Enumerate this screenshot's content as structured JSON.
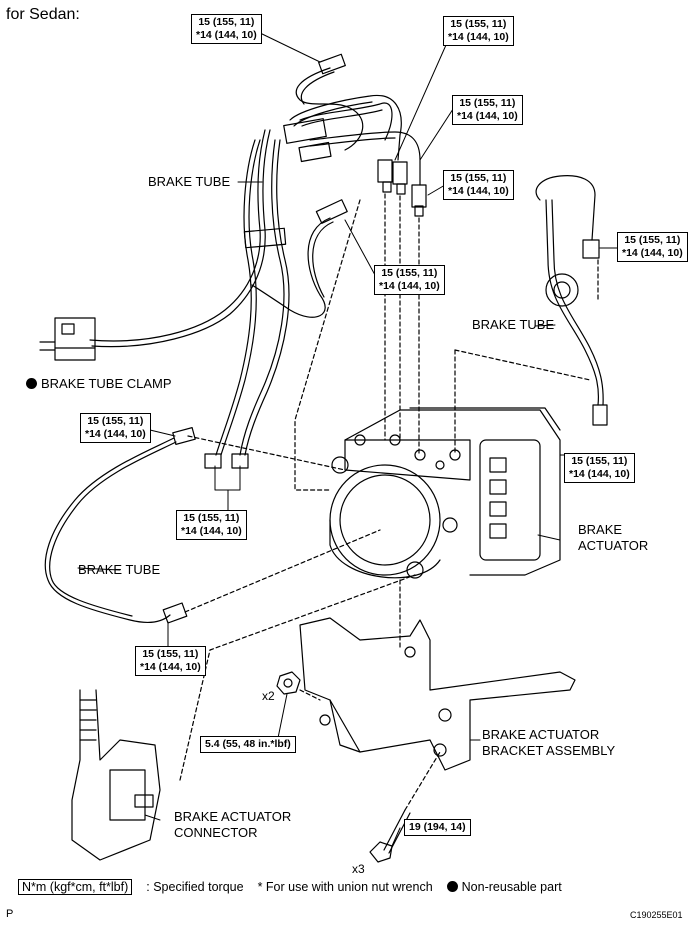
{
  "heading": "for Sedan:",
  "torque_specs": [
    {
      "id": "t1",
      "line1": "15 (155, 11)",
      "line2": "*14 (144, 10)"
    },
    {
      "id": "t2",
      "line1": "15 (155, 11)",
      "line2": "*14 (144, 10)"
    },
    {
      "id": "t3",
      "line1": "15 (155, 11)",
      "line2": "*14 (144, 10)"
    },
    {
      "id": "t4",
      "line1": "15 (155, 11)",
      "line2": "*14 (144, 10)"
    },
    {
      "id": "t5",
      "line1": "15 (155, 11)",
      "line2": "*14 (144, 10)"
    },
    {
      "id": "t6",
      "line1": "15 (155, 11)",
      "line2": "*14 (144, 10)"
    },
    {
      "id": "t7",
      "line1": "15 (155, 11)",
      "line2": "*14 (144, 10)"
    },
    {
      "id": "t8",
      "line1": "15 (155, 11)",
      "line2": "*14 (144, 10)"
    },
    {
      "id": "t9",
      "line1": "15 (155, 11)",
      "line2": "*14 (144, 10)"
    },
    {
      "id": "t10",
      "line1": "15 (155, 11)",
      "line2": "*14 (144, 10)"
    }
  ],
  "nut_torque": "5.4 (55, 48 in.*lbf)",
  "bolt_torque": "19 (194, 14)",
  "labels": {
    "brake_tube_1": "BRAKE TUBE",
    "brake_tube_2": "BRAKE TUBE",
    "brake_tube_3": "BRAKE TUBE",
    "brake_tube_clamp": "BRAKE TUBE CLAMP",
    "brake_actuator_l1": "BRAKE",
    "brake_actuator_l2": "ACTUATOR",
    "bracket_l1": "BRAKE ACTUATOR",
    "bracket_l2": "BRACKET ASSEMBLY",
    "connector_l1": "BRAKE ACTUATOR",
    "connector_l2": "CONNECTOR",
    "qty_nut": "x2",
    "qty_bolt": "x3"
  },
  "legend": {
    "torque_unit": "N*m (kgf*cm, ft*lbf)",
    "torque_desc": ": Specified torque",
    "union_note": "* For use with union nut wrench",
    "non_reusable": "Non-reusable part"
  },
  "footer": {
    "page_mark": "P",
    "figure_code": "C190255E01"
  }
}
